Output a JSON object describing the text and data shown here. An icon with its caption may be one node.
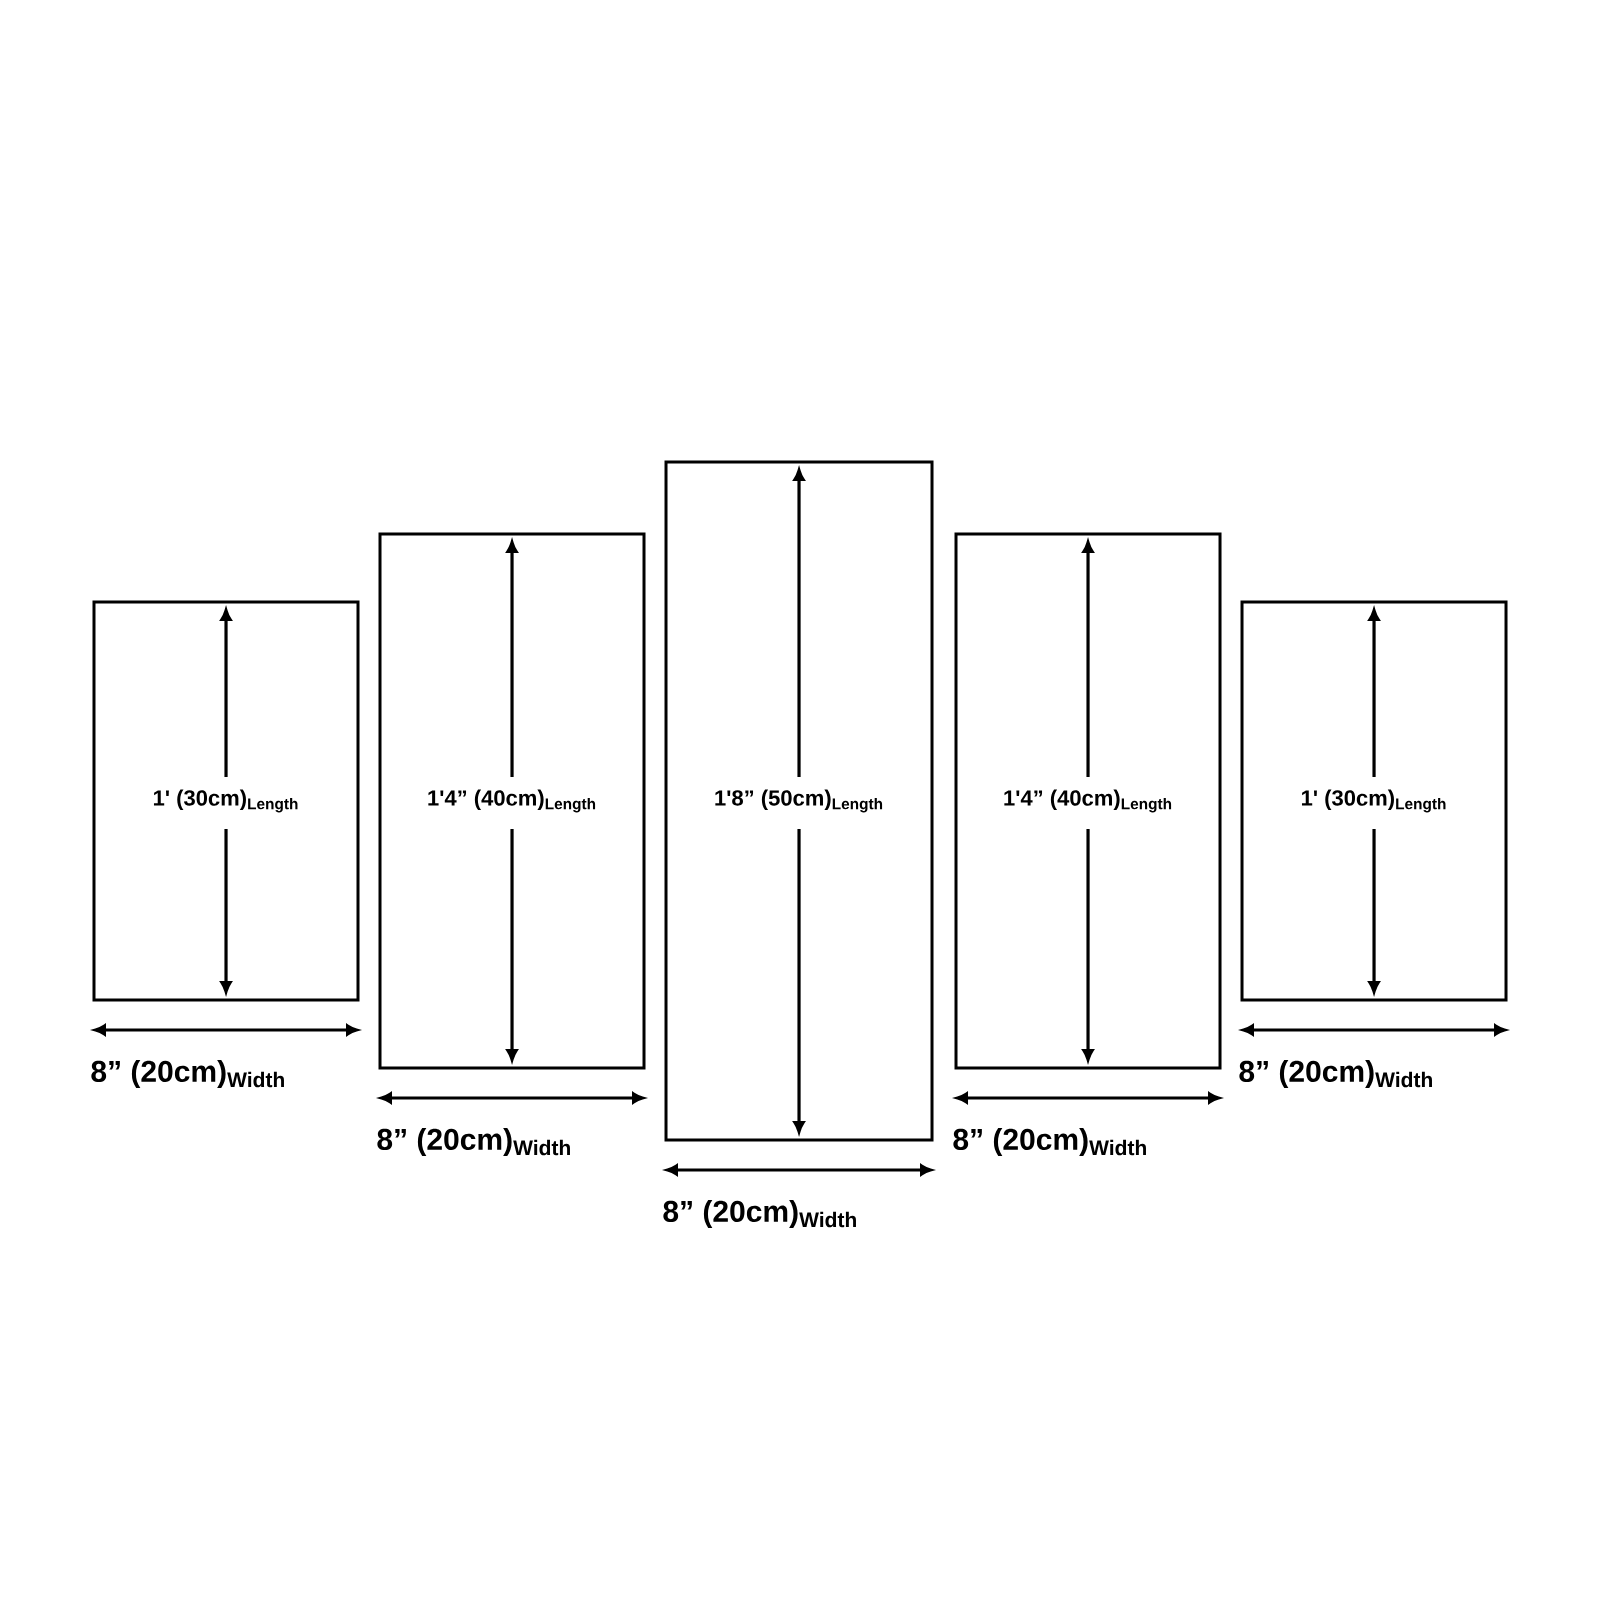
{
  "diagram": {
    "nodes": [
      {
        "text": [
          "1' (30cm)$_{Length}$"
        ]
      },
      {
        "text": [
          "1'4” (40cm)$_{Length}$"
        ]
      },
      {
        "text": [
          "1'8” (50cm)$_{Length}$"
        ]
      },
      {
        "text": [
          "1'4” (40cm)$_{Length}$"
        ]
      },
      {
        "text": [
          "1' (30cm)$_{Length}$"
        ]
      }
    ],
    "labels": [
      "8” (20cm)$_{Width}$",
      "8” (20cm)$_{Width}$",
      "8” (20cm)$_{Width}$",
      "8” (20cm)$_{Width}$",
      "8” (20cm)$_{Width}$"
    ]
  }
}
